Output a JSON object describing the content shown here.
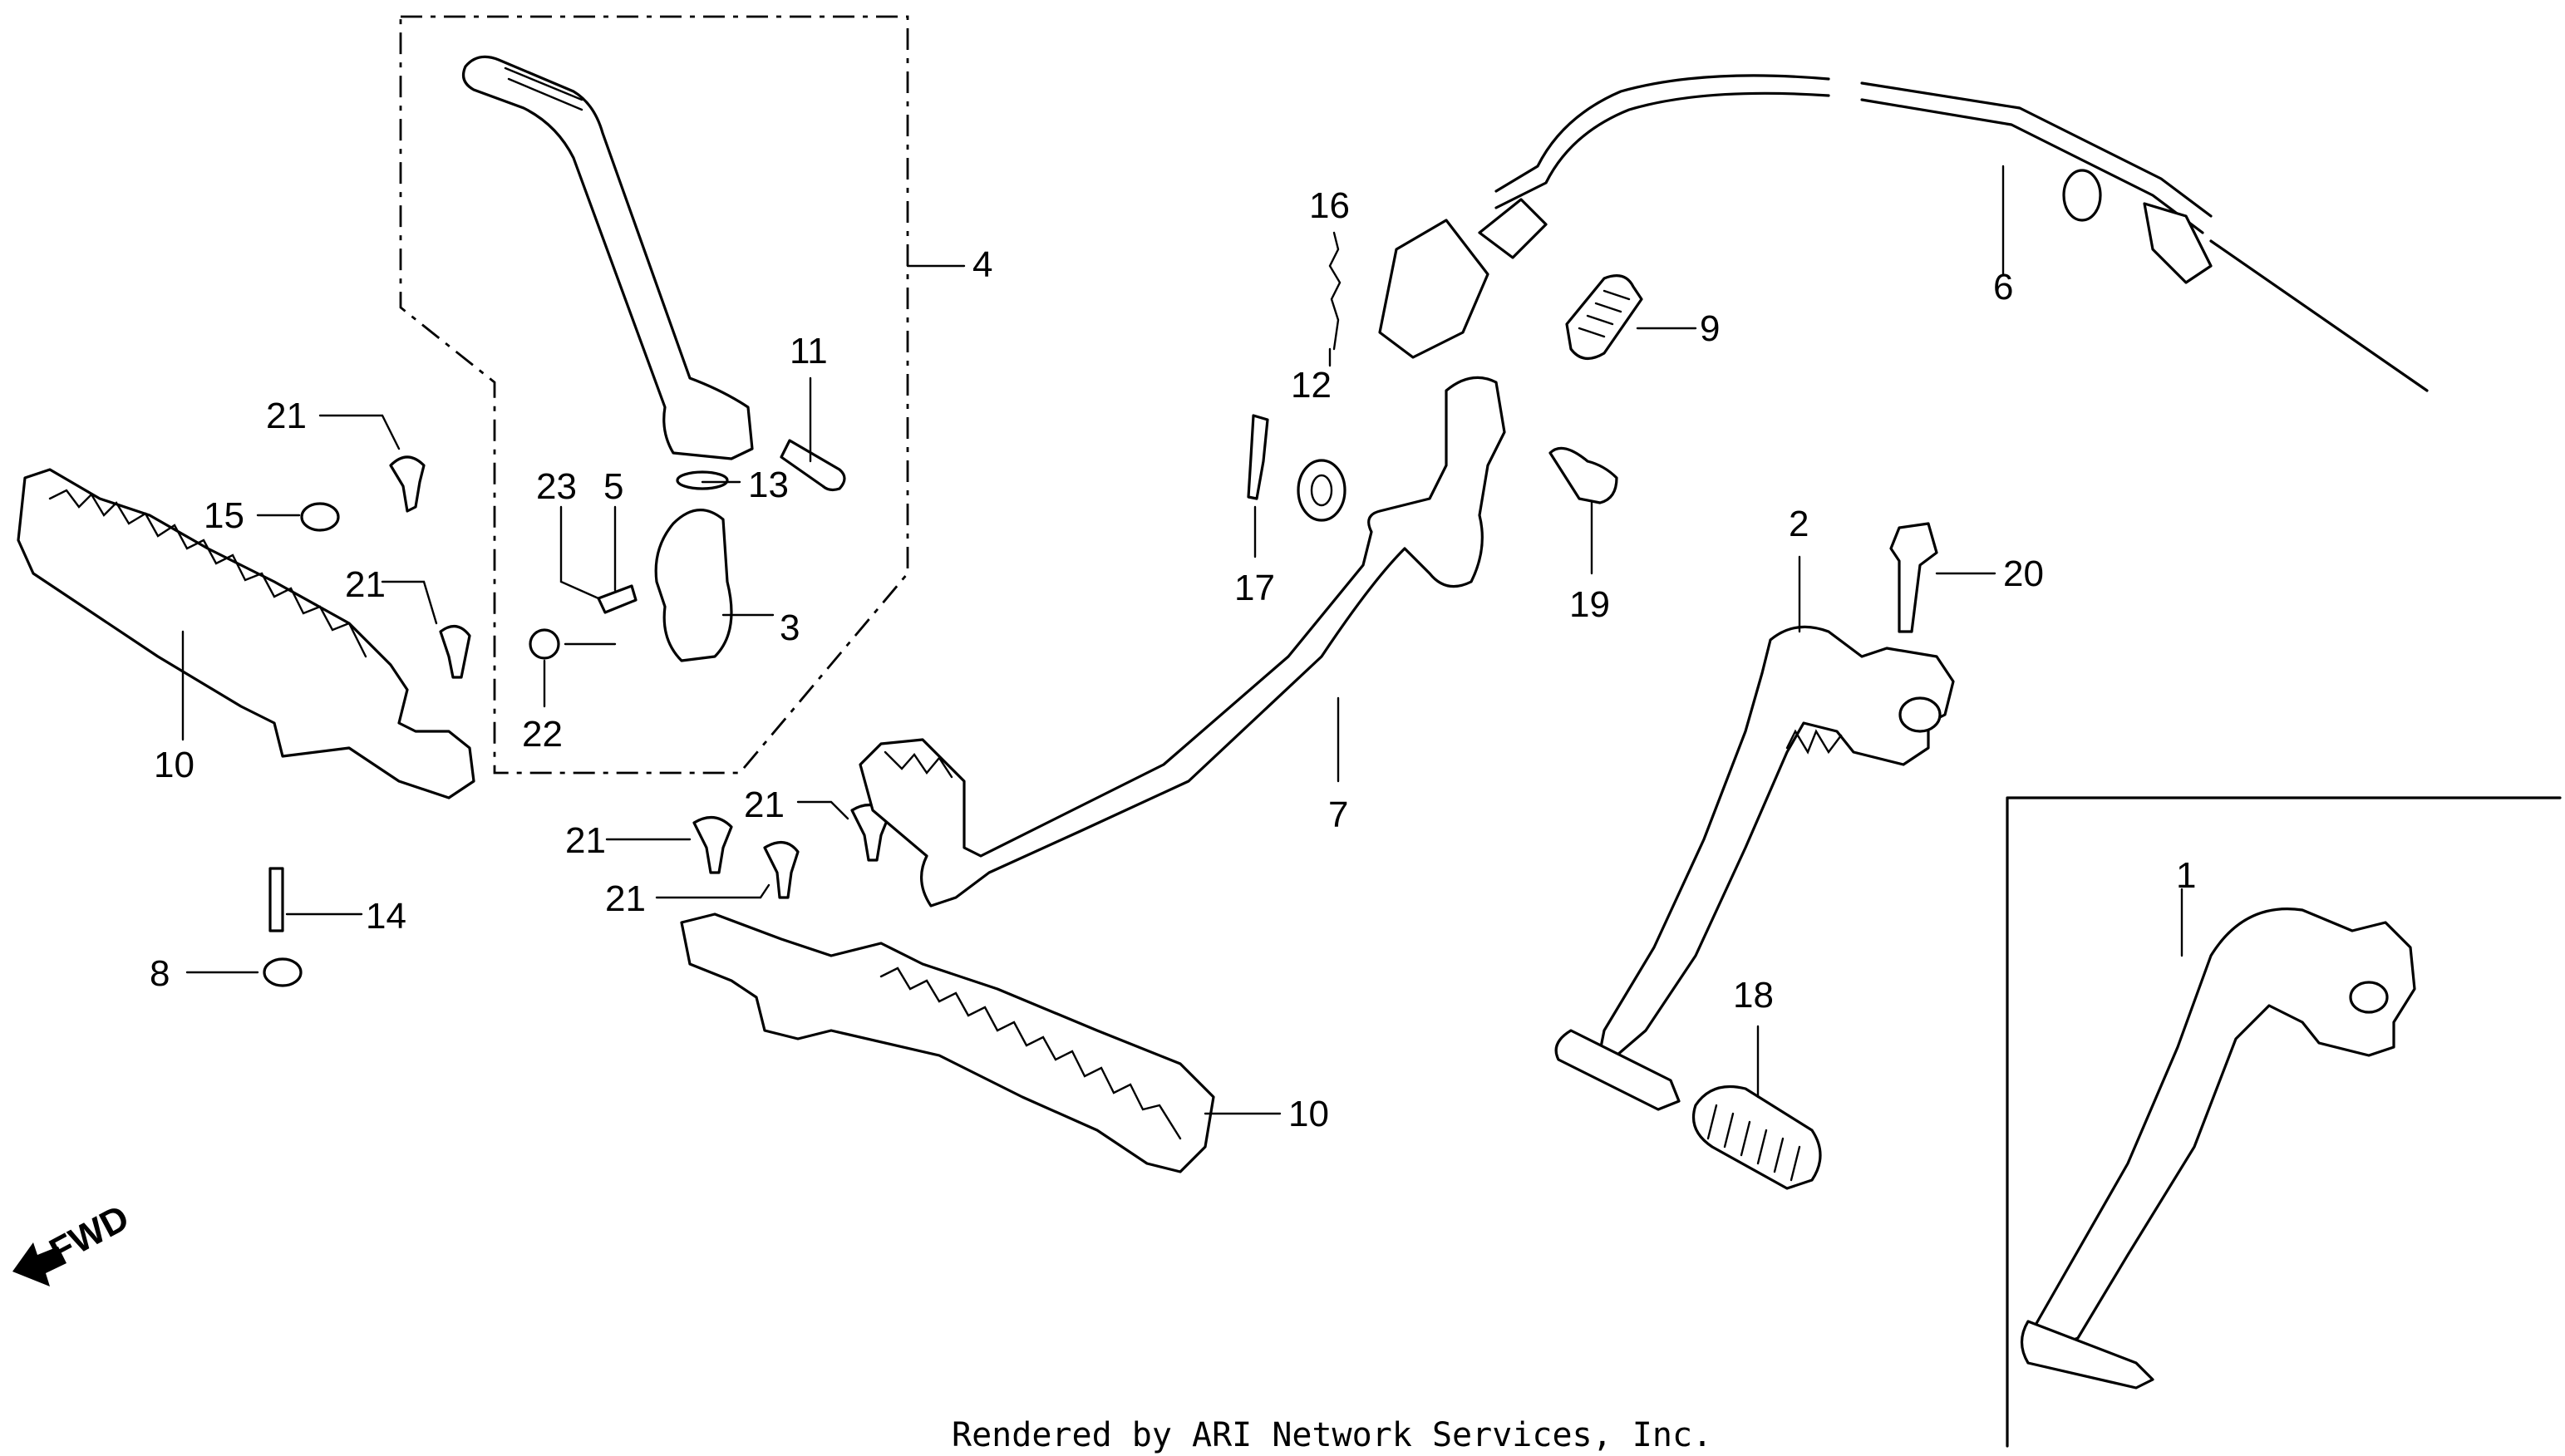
{
  "callouts": {
    "c1": "1",
    "c2": "2",
    "c3": "3",
    "c4": "4",
    "c5": "5",
    "c6": "6",
    "c7": "7",
    "c8": "8",
    "c9": "9",
    "c10a": "10",
    "c10b": "10",
    "c11": "11",
    "c12": "12",
    "c13": "13",
    "c14": "14",
    "c15": "15",
    "c16": "16",
    "c17": "17",
    "c18": "18",
    "c19": "19",
    "c20": "20",
    "c21a": "21",
    "c21b": "21",
    "c21c": "21",
    "c21d": "21",
    "c21e": "21",
    "c22": "22",
    "c23": "23"
  },
  "direction": "FWD",
  "credit": "Rendered by ARI Network Services, Inc."
}
